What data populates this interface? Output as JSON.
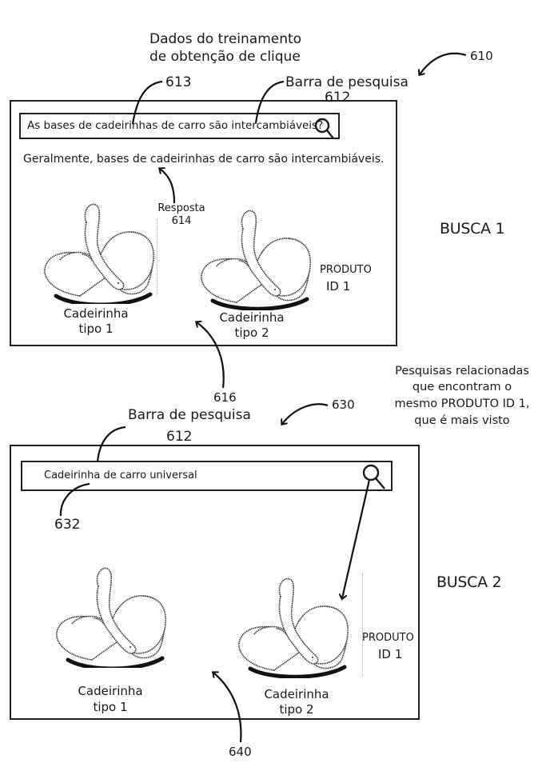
{
  "title_lines": [
    "Dados do treinamento",
    "de obtenção de clique"
  ],
  "refs": {
    "r610": "610",
    "r613": "613",
    "r612_top": "612",
    "r614": "614",
    "r616": "616",
    "r630": "630",
    "r612_bottom": "612",
    "r632": "632",
    "r640": "640"
  },
  "search1": {
    "label": "Barra  de pesquisa",
    "query": "As bases de cadeirinhas de carro são intercambiáveis?",
    "icon": "search-icon",
    "answer": "Geralmente, bases de cadeirinhas de carro são intercambiáveis.",
    "answer_label": "Resposta",
    "product_label_line1": "PRODUTO",
    "product_label_line2": "ID 1",
    "items": [
      {
        "line1": "Cadeirinha",
        "line2": "tipo 1"
      },
      {
        "line1": "Cadeirinha",
        "line2": "tipo 2"
      }
    ],
    "section_label": "BUSCA 1"
  },
  "related_note": [
    "Pesquisas relacionadas",
    "que encontram o",
    "mesmo PRODUTO ID 1,",
    "que é mais visto"
  ],
  "search2": {
    "label": "Barra  de pesquisa",
    "query": "Cadeirinha de carro universal",
    "icon": "search-icon",
    "product_label_line1": "PRODUTO",
    "product_label_line2": "ID 1",
    "items": [
      {
        "line1": "Cadeirinha",
        "line2": "tipo 1"
      },
      {
        "line1": "Cadeirinha",
        "line2": "tipo 2"
      }
    ],
    "section_label": "BUSCA 2"
  }
}
